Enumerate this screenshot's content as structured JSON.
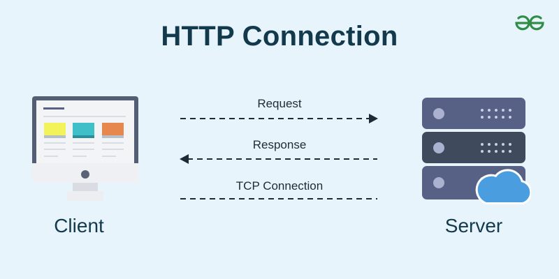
{
  "title": "HTTP Connection",
  "brand": {
    "logo_text": "GG",
    "color": "#2f8d46"
  },
  "nodes": {
    "client": {
      "label": "Client"
    },
    "server": {
      "label": "Server"
    }
  },
  "connections": [
    {
      "label": "Request",
      "direction": "to-server",
      "style": "dashed"
    },
    {
      "label": "Response",
      "direction": "to-client",
      "style": "dashed"
    },
    {
      "label": "TCP Connection",
      "direction": "none",
      "style": "dashed"
    }
  ],
  "colors": {
    "background": "#e8f4fb",
    "title": "#123a4c",
    "line": "#1d2b36",
    "server_unit": "#566185",
    "server_unit_dark": "#3f4a5c",
    "cloud": "#4a9ee0",
    "screen_yellow": "#f2f25a",
    "screen_teal": "#3fbfc8",
    "screen_orange": "#e6884d"
  }
}
